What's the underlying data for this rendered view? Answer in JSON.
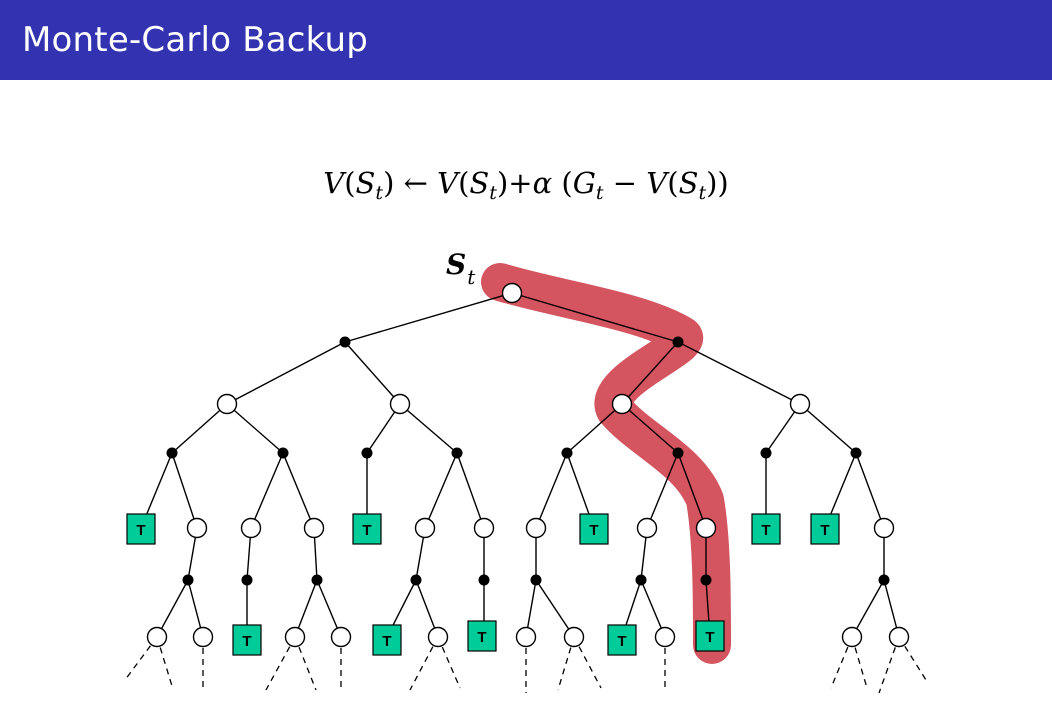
{
  "slide": {
    "title": "Monte-Carlo Backup"
  },
  "equation": {
    "V": "V",
    "S": "S",
    "t": "t",
    "G": "G",
    "arrow": "←",
    "plus": "+",
    "alpha": "α",
    "minus": "−",
    "lparen": "(",
    "rparen": ")"
  },
  "diagram": {
    "root_label": "S",
    "root_label_sub": "t",
    "terminal_label": "T",
    "colors": {
      "highlight": "#d4555f",
      "terminal_fill": "#00cc99",
      "title_bar": "#3333b2"
    }
  }
}
